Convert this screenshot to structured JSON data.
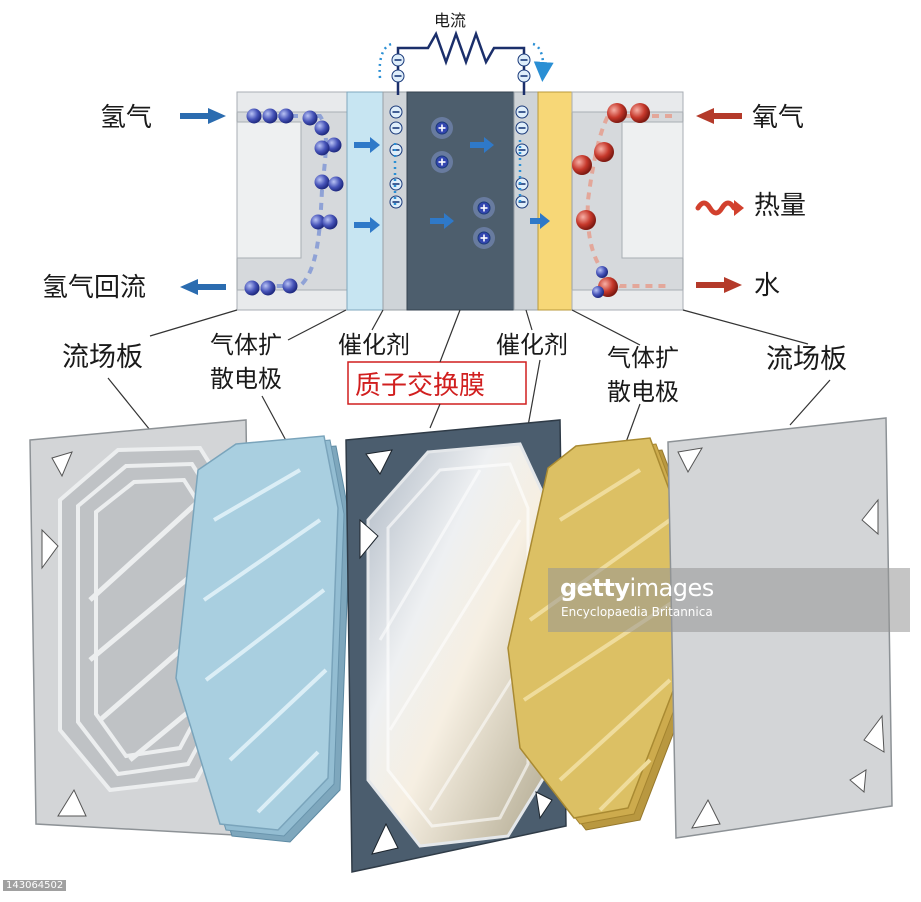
{
  "top": {
    "current_label": "电流",
    "hydrogen_in": "氢气",
    "hydrogen_return": "氢气回流",
    "oxygen_in": "氧气",
    "heat": "热量",
    "water": "水"
  },
  "layers": {
    "flow_plate_left": "流场板",
    "gdl_left_line1": "气体扩",
    "gdl_left_line2": "散电极",
    "catalyst_left": "催化剂",
    "membrane": "质子交换膜",
    "catalyst_right": "催化剂",
    "gdl_right_line1": "气体扩",
    "gdl_right_line2": "散电极",
    "flow_plate_right": "流场板"
  },
  "watermark": {
    "logo_bold": "getty",
    "logo_regular": "images",
    "credit": "Encyclopaedia Britannica",
    "image_id": "143064502"
  },
  "colors": {
    "hydrogen_blue": "#3f51b5",
    "oxygen_red": "#c0392b",
    "gdl_blue": "#a9cfe0",
    "gdl_gold": "#d9b857",
    "membrane_slate": "#4b5d6e",
    "arrow_blue": "#2b6cb0",
    "arrow_red": "#b43a2a"
  }
}
